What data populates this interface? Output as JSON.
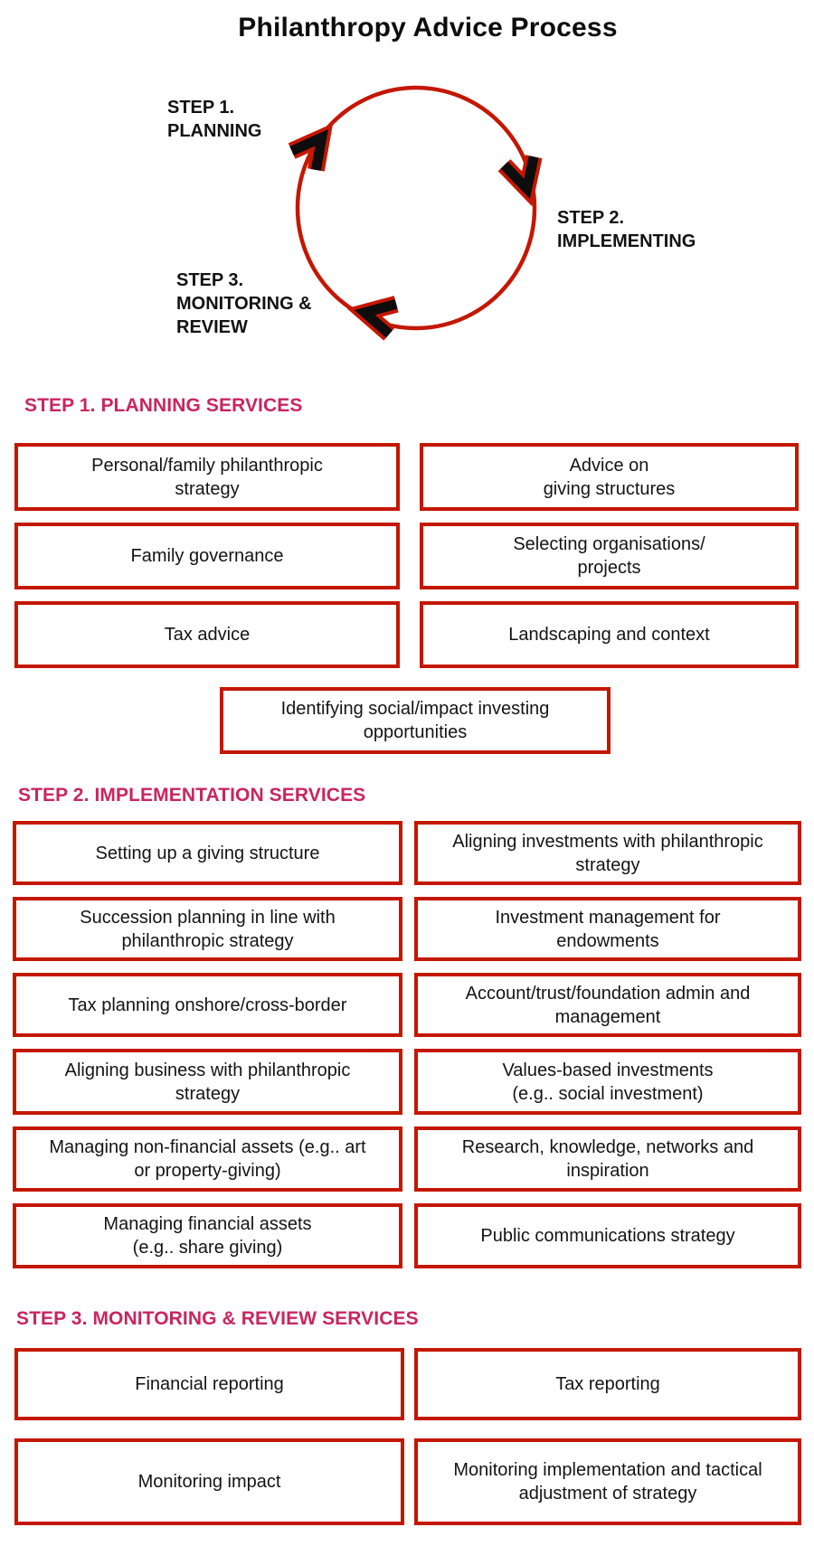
{
  "title": "Philanthropy Advice Process",
  "colors": {
    "circle_red": "#C41700",
    "box_border_red": "#C41700",
    "heading_pink": "#C9265C",
    "arrow_black": "#0d0d0d",
    "text_black": "#141414"
  },
  "cycle": {
    "step1_label": "STEP 1.\nPLANNING",
    "step2_label": "STEP 2.\nIMPLEMENTING",
    "step3_label": "STEP 3.\nMONITORING &\nREVIEW",
    "direction": "clockwise"
  },
  "sections": [
    {
      "heading": "STEP 1. PLANNING SERVICES",
      "rows": [
        {
          "left": "Personal/family philanthropic\nstrategy",
          "right": "Advice on\ngiving structures"
        },
        {
          "left": "Family governance",
          "right": "Selecting organisations/\nprojects"
        },
        {
          "left": "Tax advice",
          "right": "Landscaping and context"
        }
      ],
      "center_box": "Identifying social/impact investing\nopportunities"
    },
    {
      "heading": "STEP 2. IMPLEMENTATION SERVICES",
      "rows": [
        {
          "left": "Setting up a giving structure",
          "right": "Aligning investments with philanthropic\nstrategy"
        },
        {
          "left": "Succession planning in line with\nphilanthropic strategy",
          "right": "Investment management for\nendowments"
        },
        {
          "left": "Tax planning onshore/cross-border",
          "right": "Account/trust/foundation admin and\nmanagement"
        },
        {
          "left": "Aligning business with philanthropic\nstrategy",
          "right": "Values-based investments\n(e.g.. social investment)"
        },
        {
          "left": "Managing non-financial assets (e.g.. art\nor property-giving)",
          "right": "Research, knowledge, networks and\ninspiration"
        },
        {
          "left": "Managing financial assets\n(e.g.. share giving)",
          "right": "Public communications strategy"
        }
      ]
    },
    {
      "heading": "STEP 3. MONITORING & REVIEW SERVICES",
      "rows": [
        {
          "left": "Financial reporting",
          "right": "Tax reporting"
        },
        {
          "left": "Monitoring impact",
          "right": "Monitoring implementation and tactical\nadjustment of strategy"
        }
      ]
    }
  ]
}
